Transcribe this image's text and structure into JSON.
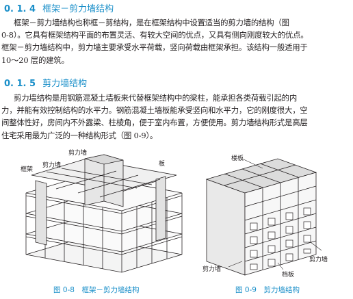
{
  "section_1": {
    "number": "0. 1. 4",
    "title": "框架－剪力墙结构",
    "lines": [
      "框架－剪力墙结构也称框－剪结构，是在框架结构中设置适当的剪力墙的结构（图",
      "0-8）。它具有框架结构平面的布置灵活、有较大空间的优点，又具有侧向刚度较大的优点。",
      "框架－剪力墙结构中，剪力墙主要承受水平荷载，竖向荷载由框架承担。该结构一般适用于",
      "10～20 层的建筑。"
    ]
  },
  "section_2": {
    "number": "0. 1. 5",
    "title": "剪力墙结构",
    "lines": [
      "剪力墙结构是用钢筋混凝土墙板来代替框架结构中的梁柱，能承担各类荷载引起的内",
      "力，并能有效控制结构的水平力。钢筋混凝土墙板能承受竖向和水平力，它的刚度很大，空",
      "间整体性好，房间内不外露梁、柱棱角，便于室内布置，方便使用。剪力墙结构形式是高层",
      "住宅采用最为广泛的一种结构形式（图 0-9）。"
    ]
  },
  "figure_1": {
    "caption": "图 0-8　框架－剪力墙结构",
    "labels": {
      "shear_wall_top": "剪力墙",
      "frame": "框架",
      "shear_wall_side": "剪力墙",
      "slab": "板"
    }
  },
  "figure_2": {
    "caption": "图 0-9　剪力墙结构",
    "labels": {
      "floor_slab": "楼板",
      "shear_wall_right": "剪力墙",
      "shear_wall_left": "剪力墙",
      "spandrel": "档板"
    }
  }
}
